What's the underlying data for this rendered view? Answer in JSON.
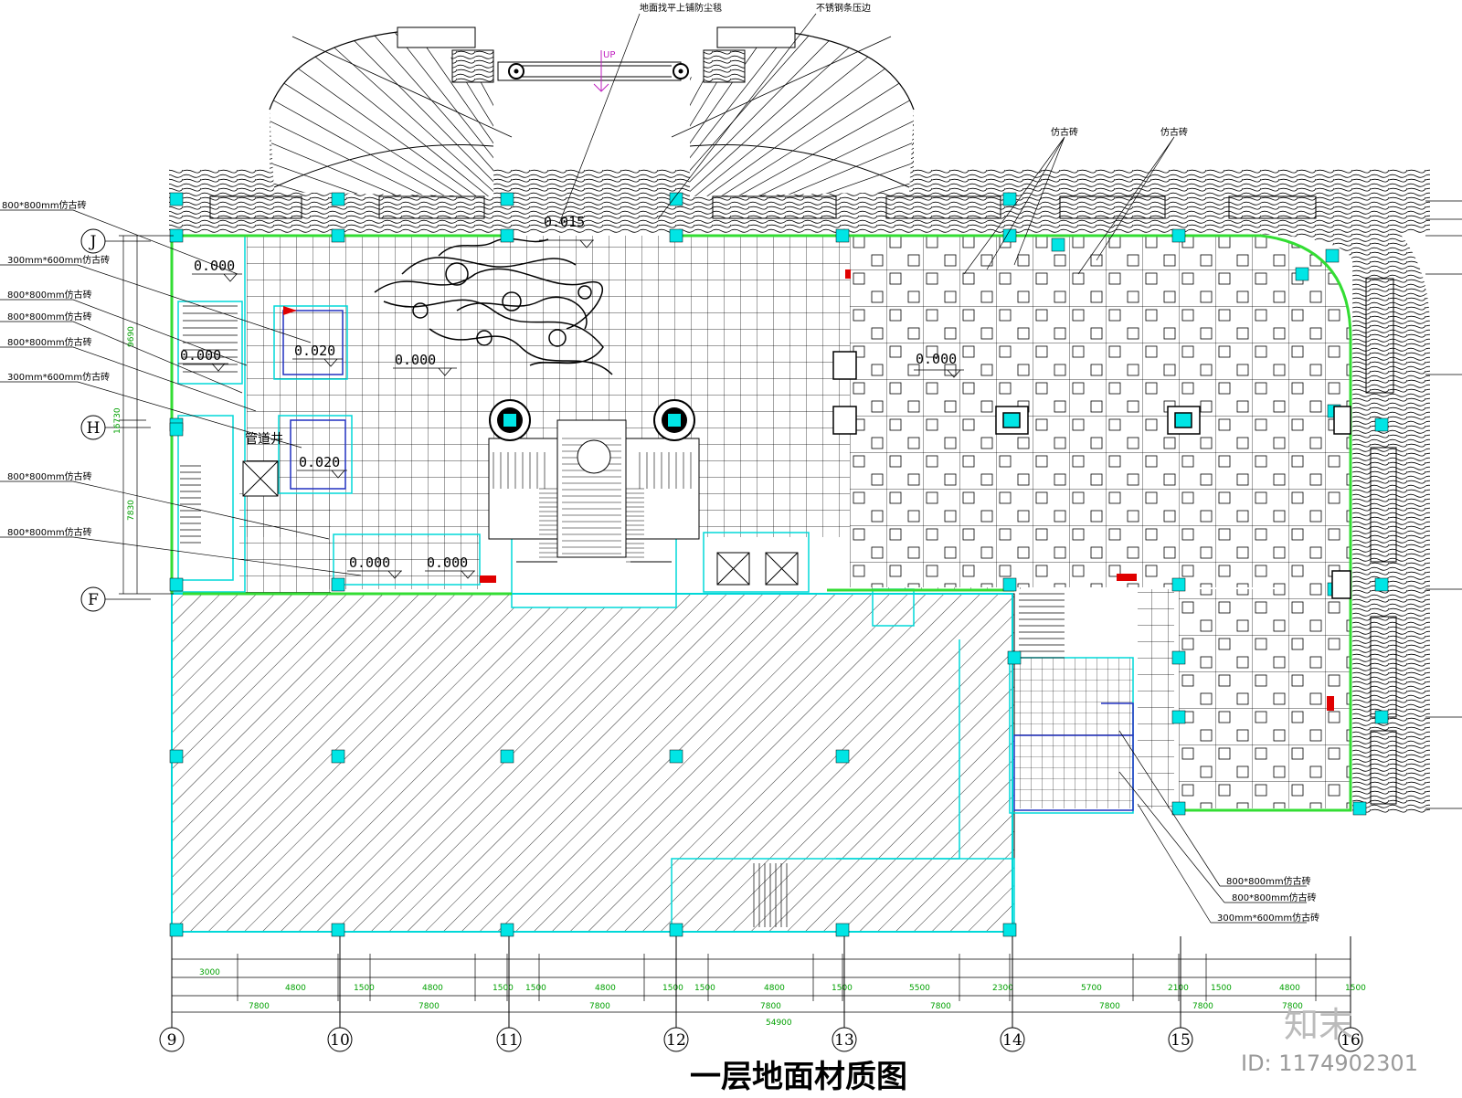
{
  "title": "一层地面材质图",
  "callouts_top": [
    "地面找平上铺防尘毯",
    "不锈钢条压边",
    "仿古砖",
    "仿古砖"
  ],
  "up_mark": "UP",
  "callouts_left": [
    "800*800mm仿古砖",
    "300mm*600mm仿古砖",
    "800*800mm仿古砖",
    "800*800mm仿古砖",
    "800*800mm仿古砖",
    "300mm*600mm仿古砖",
    "800*800mm仿古砖",
    "800*800mm仿古砖"
  ],
  "callouts_right": [
    "800*800mm仿古砖",
    "800*800mm仿古砖",
    "300mm*600mm仿古砖"
  ],
  "levels": [
    "0.000",
    "0.000",
    "0.020",
    "0.000",
    "0.020",
    "0.015",
    "0.000",
    "0.000",
    "0.000"
  ],
  "room_label": "管道井",
  "grid_rows": [
    "J",
    "H",
    "F"
  ],
  "grid_cols": [
    "9",
    "10",
    "11",
    "12",
    "13",
    "14",
    "15",
    "16"
  ],
  "vertical_dims": [
    "9690",
    "16730",
    "7830"
  ],
  "dims_row1": [
    "3000",
    "4800",
    "1500",
    "4800",
    "1500",
    "1500",
    "4800",
    "1500",
    "1500",
    "4800",
    "1500",
    "5500",
    "2300",
    "5700",
    "2100",
    "1500",
    "4800",
    "1500"
  ],
  "dims_row2": [
    "7800",
    "7800",
    "7800",
    "7800",
    "7800",
    "7800",
    "7800",
    "7800"
  ],
  "dims_total": "54900",
  "watermark": "知末",
  "image_id": "ID: 1174902301",
  "colors": {
    "green": "#33dd33",
    "cyan": "#00e5e5",
    "blue": "#2030c0",
    "red": "#e00000",
    "magenta": "#c020c0",
    "dim": "#00a000"
  }
}
